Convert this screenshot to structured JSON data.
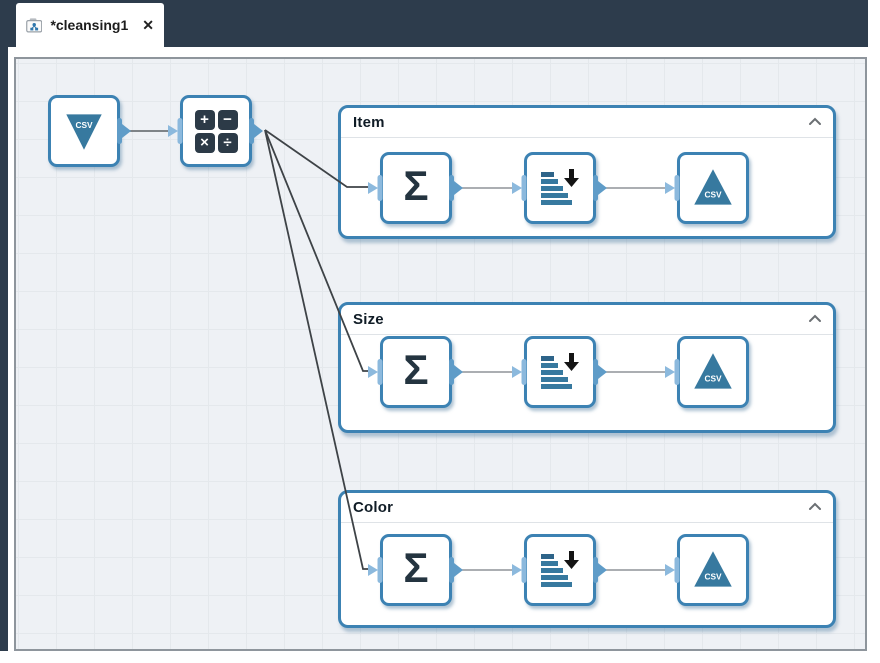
{
  "window": {
    "tab": {
      "title": "*cleansing1",
      "close_glyph": "✕"
    }
  },
  "colors": {
    "bar_dark": "#2d3c4c",
    "accent_blue": "#3c82b3",
    "icon_blue": "#37799f",
    "port_out_blue": "#5f9cc8",
    "port_in_blue": "#8cb9dd",
    "canvas_bg": "#eef1f5"
  },
  "canvas": {
    "source_node": {
      "type": "import-csv",
      "label": "CSV"
    },
    "calc_node": {
      "type": "calculate",
      "symbols": [
        "+",
        "−",
        "×",
        "÷"
      ]
    },
    "groups": [
      {
        "title": "Item",
        "nodes": [
          {
            "type": "aggregate",
            "glyph": "Σ"
          },
          {
            "type": "sort"
          },
          {
            "type": "export-csv",
            "label": "CSV"
          }
        ]
      },
      {
        "title": "Size",
        "nodes": [
          {
            "type": "aggregate",
            "glyph": "Σ"
          },
          {
            "type": "sort"
          },
          {
            "type": "export-csv",
            "label": "CSV"
          }
        ]
      },
      {
        "title": "Color",
        "nodes": [
          {
            "type": "aggregate",
            "glyph": "Σ"
          },
          {
            "type": "sort"
          },
          {
            "type": "export-csv",
            "label": "CSV"
          }
        ]
      }
    ],
    "connections": [
      {
        "from": "import-csv",
        "to": "calculate"
      },
      {
        "from": "calculate",
        "to": "item-aggregate"
      },
      {
        "from": "calculate",
        "to": "size-aggregate"
      },
      {
        "from": "calculate",
        "to": "color-aggregate"
      },
      {
        "from": "item-aggregate",
        "to": "item-sort"
      },
      {
        "from": "item-sort",
        "to": "item-export-csv"
      },
      {
        "from": "size-aggregate",
        "to": "size-sort"
      },
      {
        "from": "size-sort",
        "to": "size-export-csv"
      },
      {
        "from": "color-aggregate",
        "to": "color-sort"
      },
      {
        "from": "color-sort",
        "to": "color-export-csv"
      }
    ]
  }
}
